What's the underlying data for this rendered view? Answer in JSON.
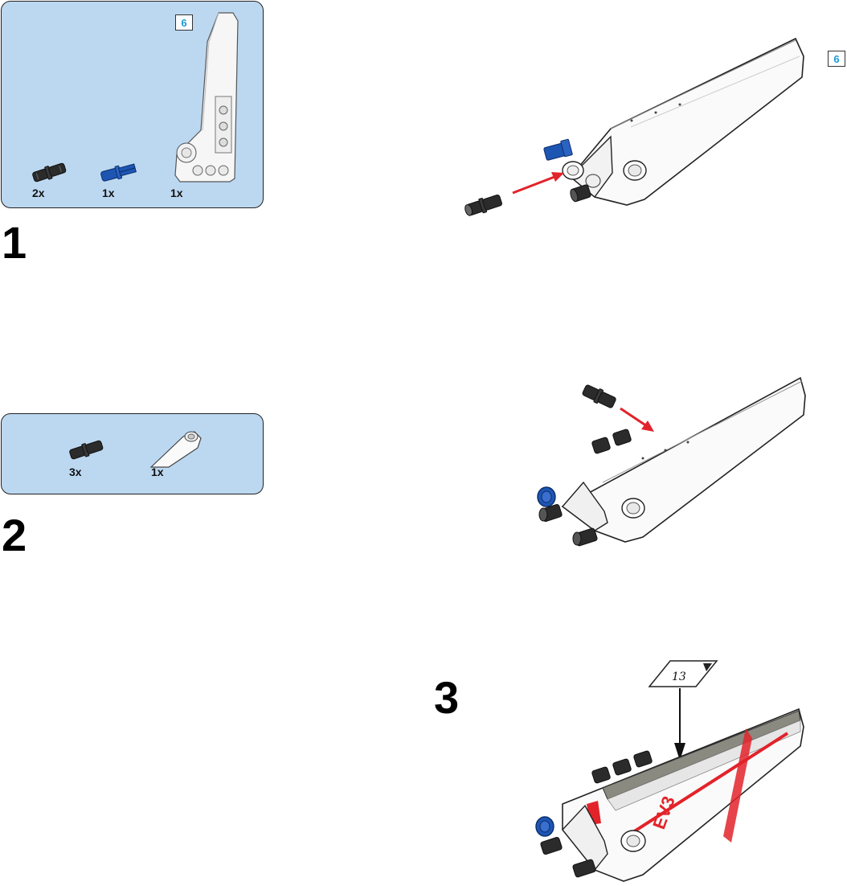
{
  "steps": [
    {
      "number": "1",
      "parts": [
        {
          "icon": "black-friction-pin-icon",
          "qty": "2x"
        },
        {
          "icon": "blue-axle-pin-icon",
          "qty": "1x"
        },
        {
          "icon": "white-panel-beam-icon",
          "qty": "1x",
          "length_badge": "6"
        }
      ],
      "model_length_badge": "6"
    },
    {
      "number": "2",
      "parts": [
        {
          "icon": "black-friction-pin-icon",
          "qty": "3x"
        },
        {
          "icon": "white-curved-panel-icon",
          "qty": "1x"
        }
      ]
    },
    {
      "number": "3",
      "sticker_number": "13",
      "sticker_text": "EV3"
    }
  ],
  "colors": {
    "parts_box_bg": "#bcd8f1",
    "arrow": "#e2232a",
    "badge_text": "#1a9ad6",
    "pin_black": "#2b2b2b",
    "pin_blue": "#1d55b3"
  }
}
